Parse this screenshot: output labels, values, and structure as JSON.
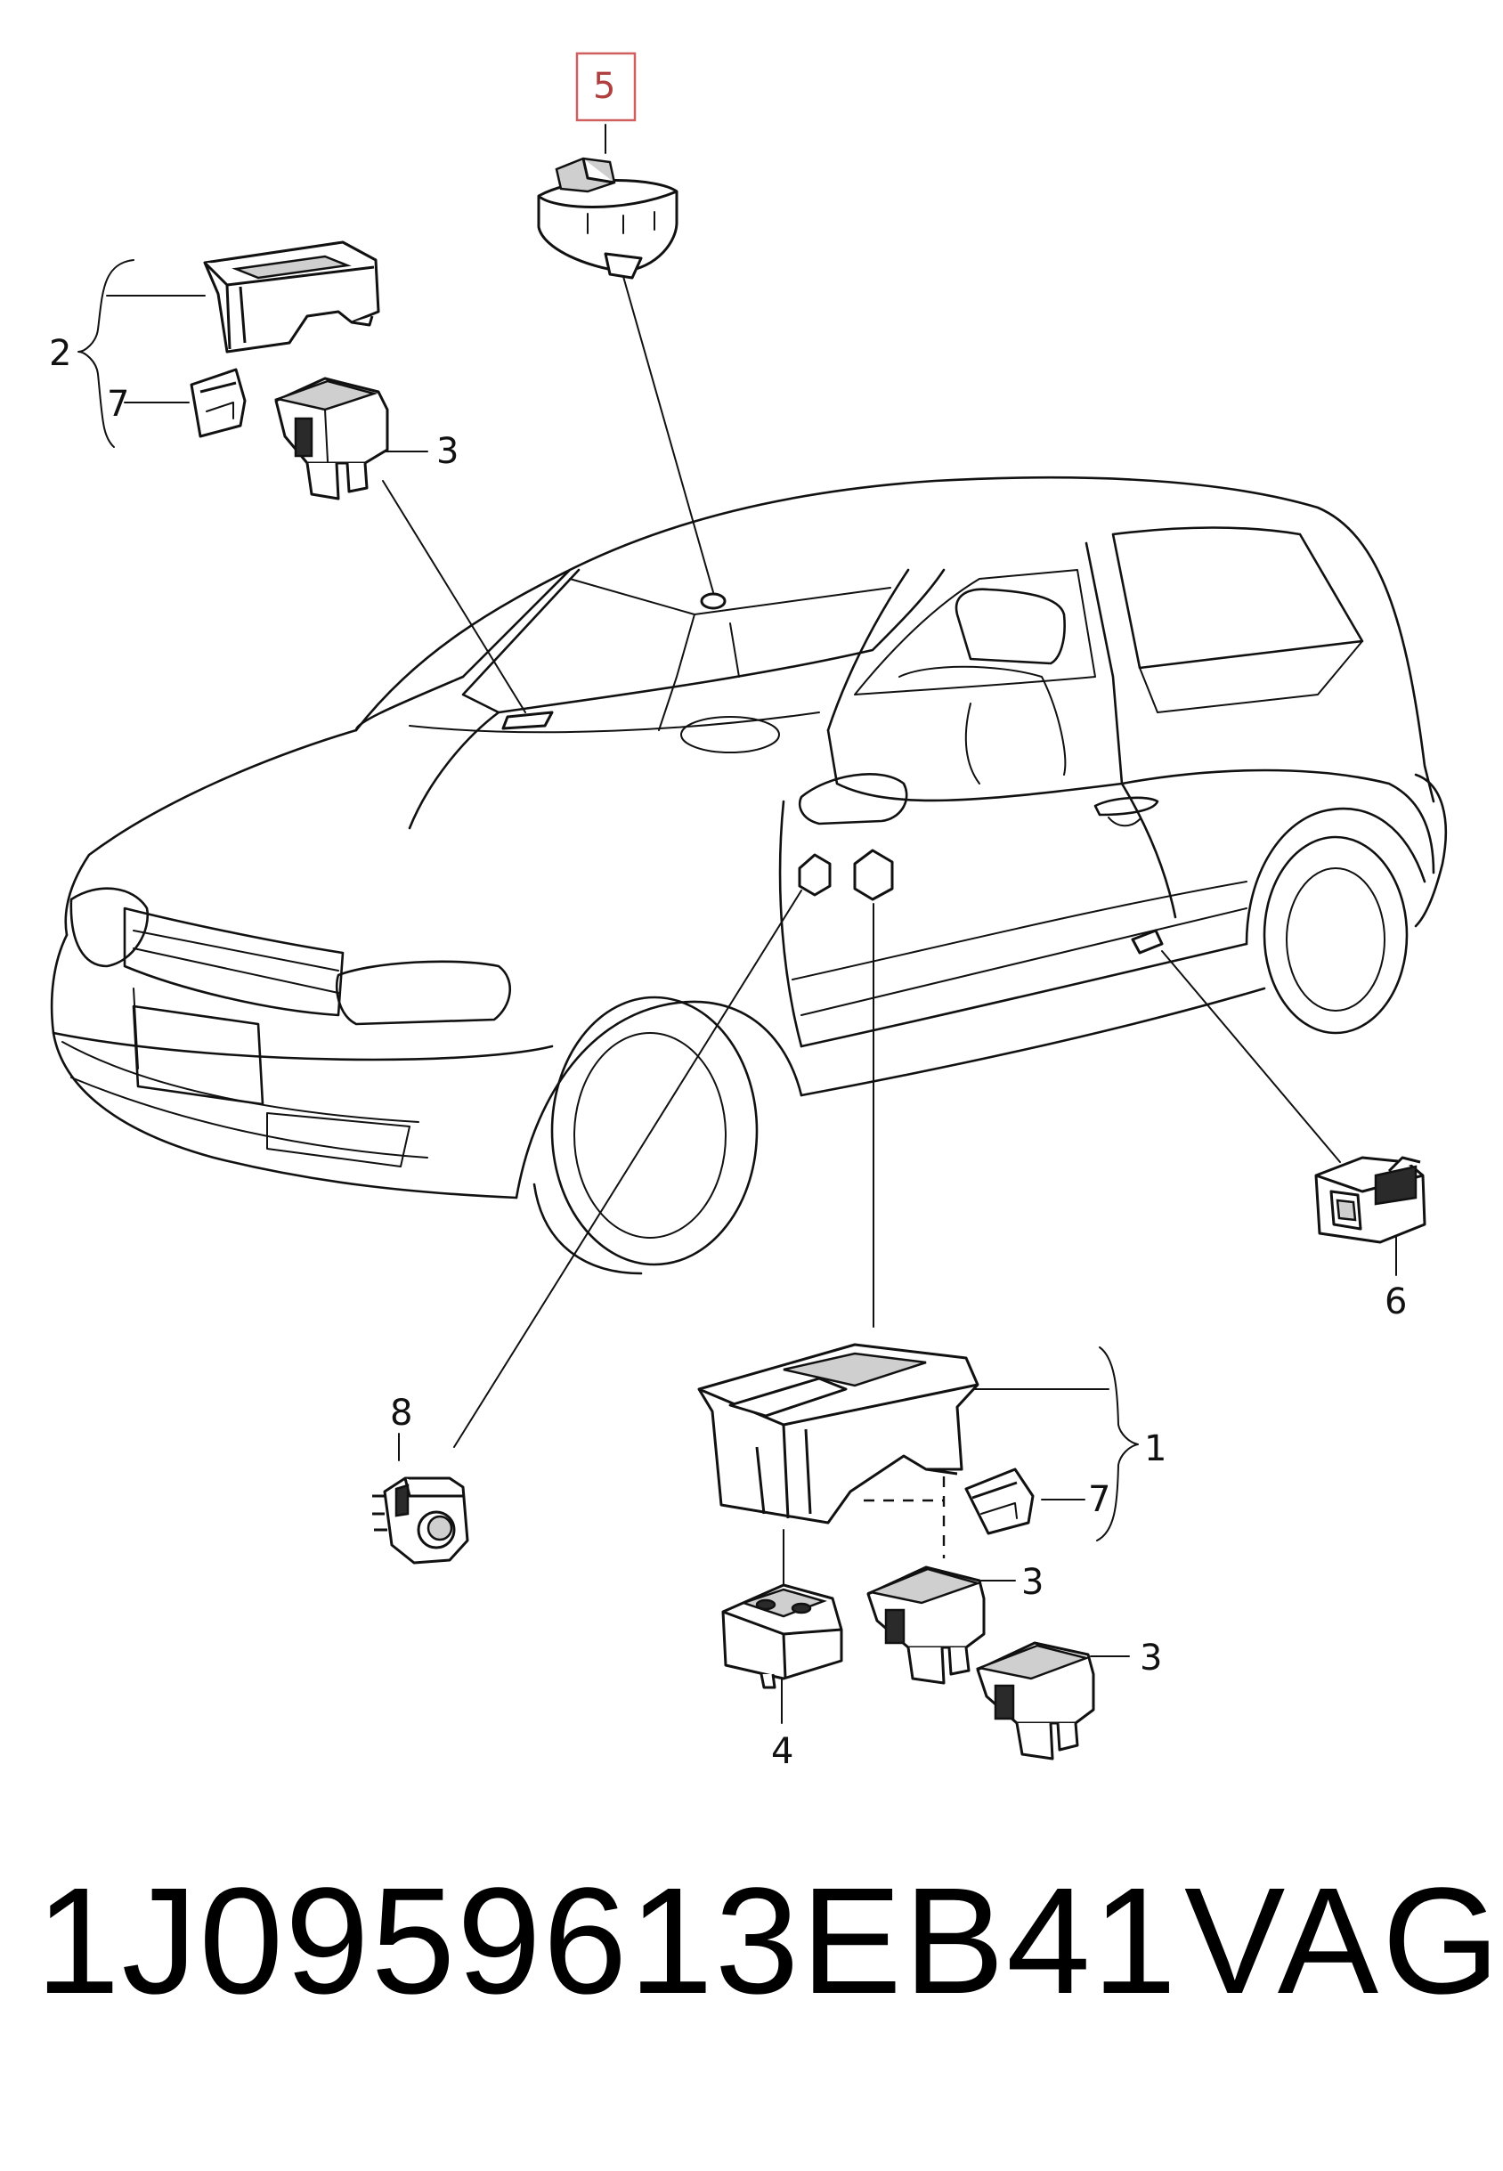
{
  "callouts": {
    "c1": "1",
    "c2": "2",
    "c3a": "3",
    "c3b": "3",
    "c3c": "3",
    "c4": "4",
    "c5": "5",
    "c6": "6",
    "c7a": "7",
    "c7b": "7",
    "c8": "8"
  },
  "highlighted_callout": "5",
  "highlight_color": "#d06060",
  "footer": {
    "part_number": "1J0959613EB41",
    "brand": "VAG"
  }
}
